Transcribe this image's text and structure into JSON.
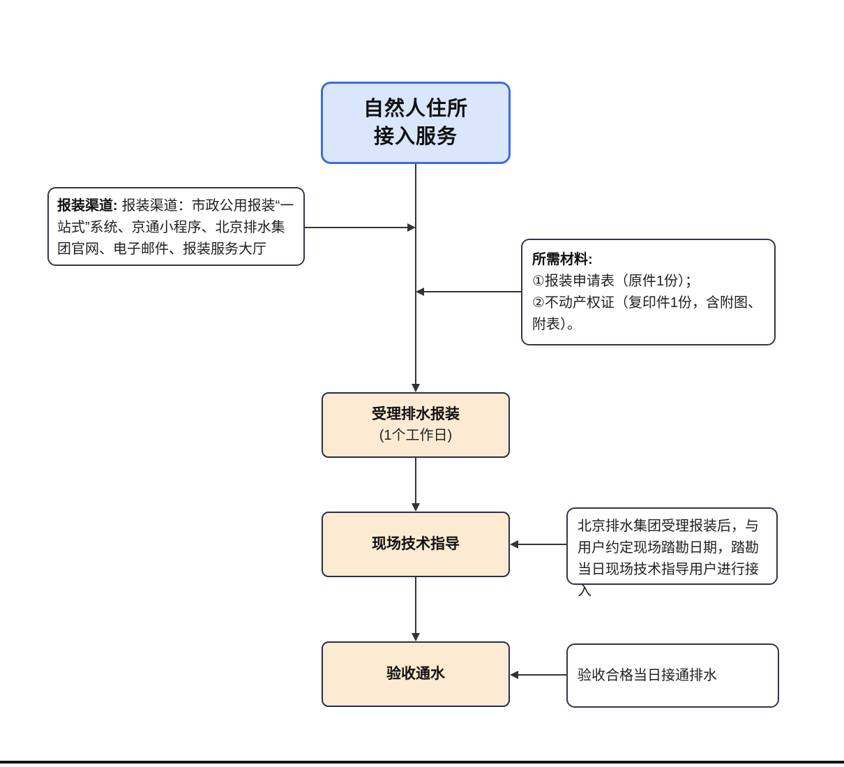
{
  "title_node": {
    "line1": "自然人住所",
    "line2": "接入服务"
  },
  "steps": {
    "accept": {
      "title": "受理排水报装",
      "subtitle": "(1个工作日)"
    },
    "guidance": {
      "title": "现场技术指导"
    },
    "acceptance": {
      "title": "验收通水"
    }
  },
  "annotations": {
    "channels": {
      "label": "报装渠道:",
      "body": "报装渠道：市政公用报装“一站式”系统、京通小程序、北京排水集团官网、电子邮件、报装服务大厅"
    },
    "materials": {
      "label": "所需材料:",
      "item1": "①报装申请表（原件1份）；",
      "item2": "②不动产权证（复印件1份，含附图、附表）。"
    },
    "guidance_note": {
      "body": "北京排水集团受理报装后，与用户约定现场踏勘日期，踏勘当日现场技术指导用户进行接入"
    },
    "acceptance_note": {
      "body": "验收合格当日接通排水"
    }
  },
  "colors": {
    "title_fill": "#d9e6fb",
    "title_border": "#3d6ddb",
    "step_fill": "#fcebd2",
    "step_border": "#2b2b4f",
    "note_border": "#2e3552",
    "arrow": "#333333"
  }
}
